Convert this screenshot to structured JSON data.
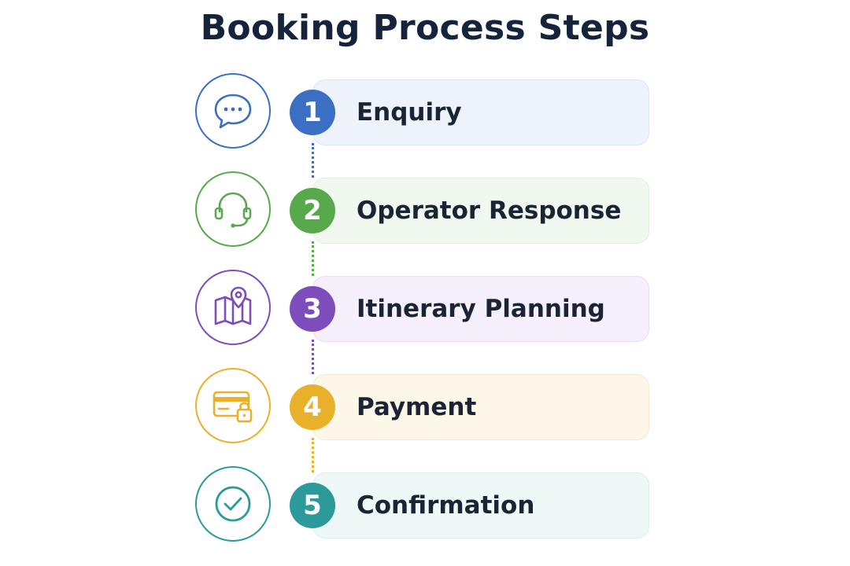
{
  "title": "Booking Process Steps",
  "steps": [
    {
      "number": "1",
      "label": "Enquiry",
      "icon": "chat-bubble-icon",
      "color": "#3a6fc4",
      "card_bg": "#edf2fb",
      "card_border": "#dde6f6"
    },
    {
      "number": "2",
      "label": "Operator Response",
      "icon": "headset-icon",
      "color": "#58a84c",
      "card_bg": "#f1f8f0",
      "card_border": "#e0efdd"
    },
    {
      "number": "3",
      "label": "Itinerary Planning",
      "icon": "map-pin-icon",
      "color": "#7d4dbb",
      "card_bg": "#f5f0fb",
      "card_border": "#e8def6"
    },
    {
      "number": "4",
      "label": "Payment",
      "icon": "credit-card-lock-icon",
      "color": "#e9b12a",
      "card_bg": "#fdf7ea",
      "card_border": "#f7ebcf"
    },
    {
      "number": "5",
      "label": "Confirmation",
      "icon": "check-circle-icon",
      "color": "#2c9a9a",
      "card_bg": "#eef8f7",
      "card_border": "#dcefed"
    }
  ]
}
